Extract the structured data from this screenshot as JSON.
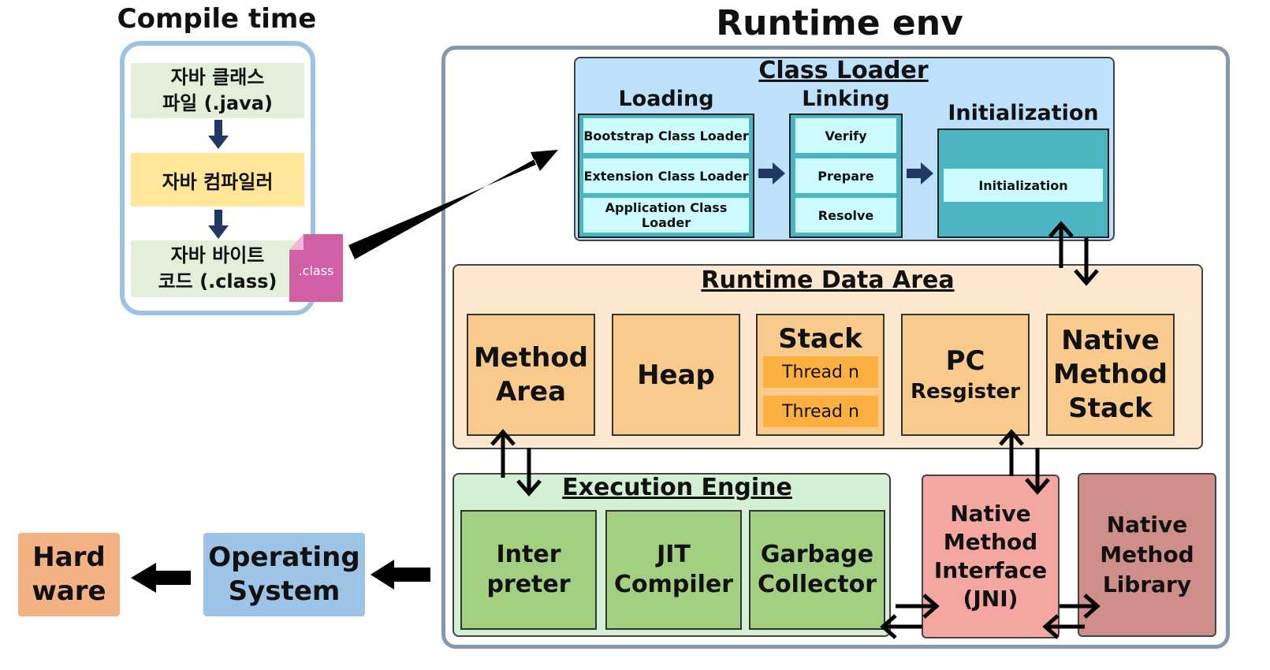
{
  "compile_time": {
    "title": "Compile time",
    "java_file": "자바 클래스\n파일 (.java)",
    "compiler": "자바 컴파일러",
    "bytecode": "자바 바이트\n코드 (.class)",
    "class_file_icon_label": ".class"
  },
  "runtime": {
    "title": "Runtime env",
    "class_loader": {
      "title": "Class Loader",
      "loading": {
        "title": "Loading",
        "items": [
          "Bootstrap Class Loader",
          "Extension Class Loader",
          "Application Class Loader"
        ]
      },
      "linking": {
        "title": "Linking",
        "items": [
          "Verify",
          "Prepare",
          "Resolve"
        ]
      },
      "initialization": {
        "title": "Initialization",
        "item": "Initialization"
      }
    },
    "data_area": {
      "title": "Runtime Data Area",
      "method_area": "Method\nArea",
      "heap": "Heap",
      "stack": {
        "title": "Stack",
        "threads": [
          "Thread n",
          "Thread n"
        ]
      },
      "pc_register": {
        "title": "PC",
        "subtitle": "Resgister"
      },
      "native_method_stack": "Native\nMethod\nStack"
    },
    "execution_engine": {
      "title": "Execution Engine",
      "interpreter": "Inter\npreter",
      "jit": "JIT\nCompiler",
      "gc": "Garbage\nCollector"
    },
    "jni": "Native\nMethod\nInterface\n(JNI)",
    "native_library": "Native\nMethod\nLibrary"
  },
  "operating_system": "Operating\nSystem",
  "hardware": "Hard\nware",
  "colors": {
    "compile_border": "#9cc3e5",
    "java_box": "#e2efd9",
    "compiler_box": "#ffe699",
    "class_icon": "#d35fa6",
    "runtime_border": "#8497b0",
    "class_loader_bg": "#bde0fb",
    "cyan_cell": "#ccfcff",
    "teal_cell": "#4bb5c1",
    "data_area_bg": "#fde8cf",
    "data_cell": "#f8cb8c",
    "thread_cell": "#fbb040",
    "exec_bg": "#d4f0d4",
    "exec_cell": "#a2cf80",
    "jni": "#f4a6a0",
    "native_lib": "#d08e8b",
    "os": "#9dc3e6",
    "hardware": "#f4b183",
    "arrow_dark": "#1f3864"
  }
}
